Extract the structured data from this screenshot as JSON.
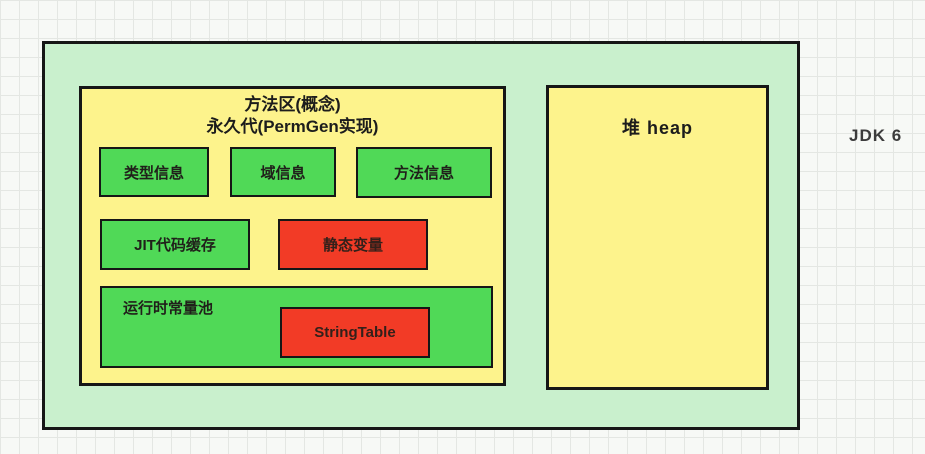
{
  "diagram": {
    "jdk_label": "JDK 6",
    "container": {
      "method_area": {
        "title_line1": "方法区(概念)",
        "title_line2": "永久代(PermGen实现)",
        "row1": [
          {
            "label": "类型信息",
            "fill": "green"
          },
          {
            "label": "域信息",
            "fill": "green"
          },
          {
            "label": "方法信息",
            "fill": "green"
          }
        ],
        "row2": [
          {
            "label": "JIT代码缓存",
            "fill": "green"
          },
          {
            "label": "静态变量",
            "fill": "red"
          }
        ],
        "runtime_constant_pool": {
          "label": "运行时常量池",
          "fill": "green",
          "inner": {
            "label": "StringTable",
            "fill": "red"
          }
        }
      },
      "heap": {
        "label": "堆 heap"
      }
    },
    "colors": {
      "page_background": "#f7f9f6",
      "grid_line": "#e4e7e3",
      "container_fill": "#c9f0cd",
      "area_fill": "#fdf38c",
      "green_fill": "#50d957",
      "red_fill": "#f23b26",
      "border": "#161616",
      "jdk_label_text": "#3c3c3c"
    }
  }
}
